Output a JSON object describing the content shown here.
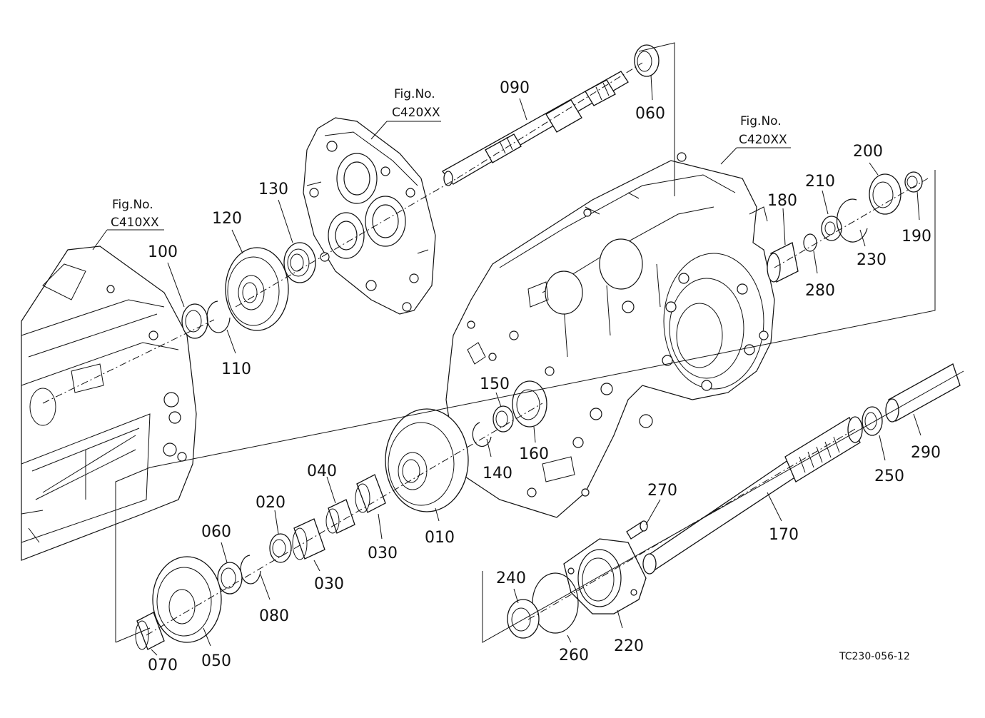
{
  "diagram": {
    "figure_refs": [
      {
        "label": "Fig.No.",
        "code": "C410XX"
      },
      {
        "label": "Fig.No.",
        "code": "C420XX"
      },
      {
        "label": "Fig.No.",
        "code": "C420XX"
      }
    ],
    "part_numbers": {
      "p090": "090",
      "p060a": "060",
      "p130": "130",
      "p120": "120",
      "p100": "100",
      "p110": "110",
      "p180": "180",
      "p210": "210",
      "p200": "200",
      "p190": "190",
      "p230": "230",
      "p280": "280",
      "p150": "150",
      "p160": "160",
      "p140": "140",
      "p040": "040",
      "p020": "020",
      "p060b": "060",
      "p030a": "030",
      "p030b": "030",
      "p010": "010",
      "p080": "080",
      "p050": "050",
      "p070": "070",
      "p270": "270",
      "p170": "170",
      "p240": "240",
      "p260": "260",
      "p220": "220",
      "p250": "250",
      "p290": "290"
    },
    "drawing_code": "TC230-056-12"
  }
}
